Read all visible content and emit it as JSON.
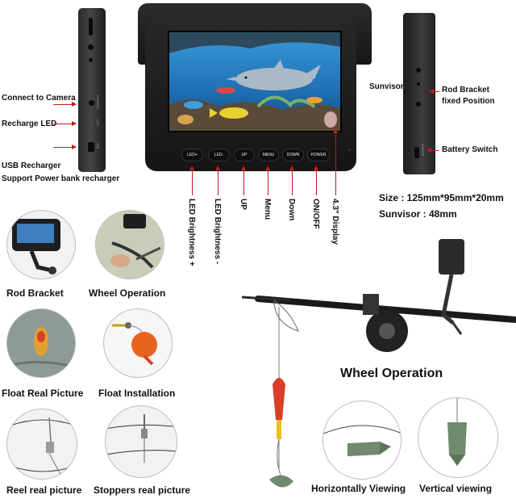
{
  "left_labels": {
    "camera": "Connect to Camera",
    "led": "Recharge LED",
    "usb_line1": "USB Recharger",
    "usb_line2": "Support Power bank recharger"
  },
  "right_labels": {
    "sunvisor": "Sunvisor",
    "rod_bracket_line1": "Rod Bracket",
    "rod_bracket_line2": "fixed Position",
    "battery_switch": "Battery Switch"
  },
  "device": {
    "side_left_ports": [
      "CAMERA",
      "LED",
      "USB"
    ],
    "side_right_switch": "ON/OFF",
    "buttons": [
      "LED+",
      "LED-",
      "UP",
      "MENU",
      "DOWN",
      "POWER"
    ]
  },
  "button_labels": [
    "LED Brightness +",
    "LED Brightness -",
    "UP",
    "Menu",
    "Down",
    "ON/OFF",
    "4.3\" Display"
  ],
  "specs": {
    "size": "Size : 125mm*95mm*20mm",
    "sunvisor": "Sunvisor : 48mm"
  },
  "captions": {
    "rod_bracket": "Rod Bracket",
    "wheel_operation_small": "Wheel Operation",
    "float_real": "Float Real Picture",
    "float_install": "Float Installation",
    "reel_real": "Reel real picture",
    "stoppers_real": "Stoppers real picture",
    "wheel_operation_big": "Wheel Operation",
    "horizontal": "Horizontally Viewing",
    "vertical": "Vertical viewing"
  },
  "colors": {
    "accent_red": "#c21a1a",
    "device_black": "#1a1a1a",
    "screen_blue": "#2d86c9",
    "float_red": "#d8402a",
    "camera_green": "#6f8a6c"
  }
}
